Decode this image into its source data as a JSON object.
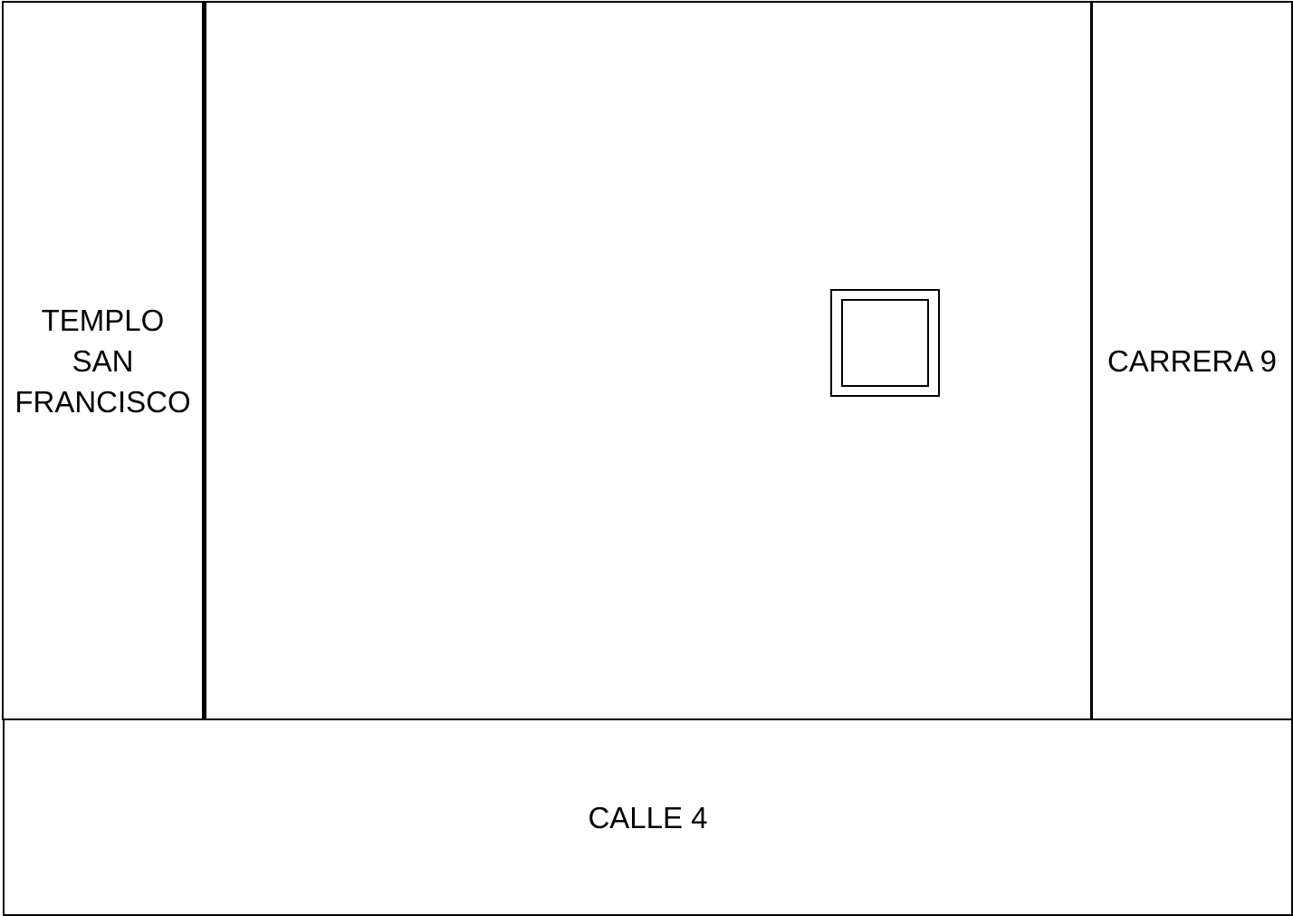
{
  "map": {
    "temple": {
      "label": "TEMPLO\nSAN\nFRANCISCO"
    },
    "carrera": {
      "label": "CARRERA 9"
    },
    "calle": {
      "label": "CALLE 4"
    },
    "monument": {
      "icon": "square-monument-icon"
    }
  },
  "colors": {
    "line": "#000000",
    "background": "#ffffff"
  }
}
